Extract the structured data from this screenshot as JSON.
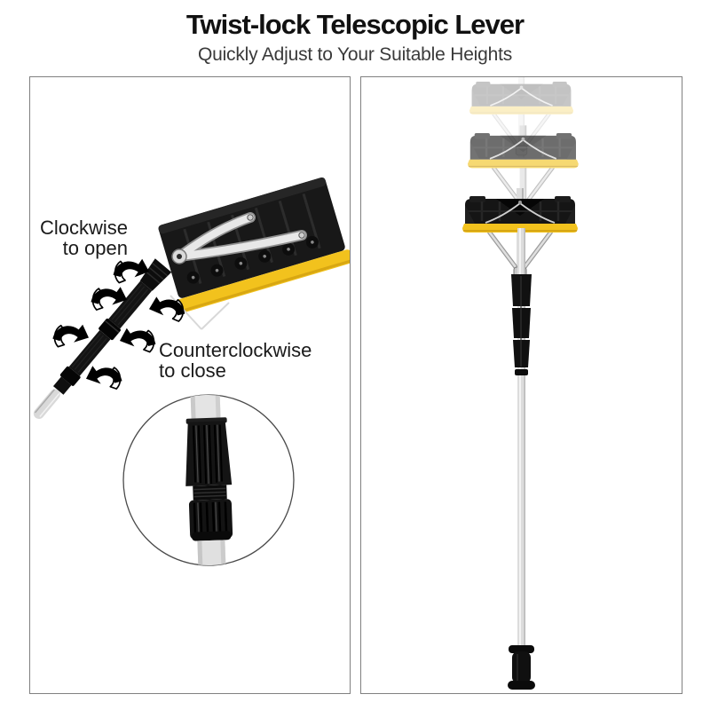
{
  "header": {
    "title": "Twist-lock Telescopic Lever",
    "subtitle": "Quickly Adjust to Your Suitable Heights"
  },
  "left_panel": {
    "description": "close-up of twist-lock telescopic pole with rotation arrows and magnifier inset",
    "label_clockwise_line1": "Clockwise",
    "label_clockwise_line2": "to open",
    "label_counterclockwise_line1": "Counterclockwise",
    "label_counterclockwise_line2": "to close"
  },
  "right_panel": {
    "description": "full snow-shovel shown at three telescoping heights (two ghosted positions above solid position)"
  },
  "colors": {
    "title_text": "#111111",
    "subtitle_text": "#3A3A3A",
    "annotation_text": "#1A1A1A",
    "panel_border": "#808080",
    "blade_black": "#151515",
    "edge_yellow": "#F2C21D",
    "pole_silver": "#D9D9D9",
    "background": "#FFFFFF"
  }
}
